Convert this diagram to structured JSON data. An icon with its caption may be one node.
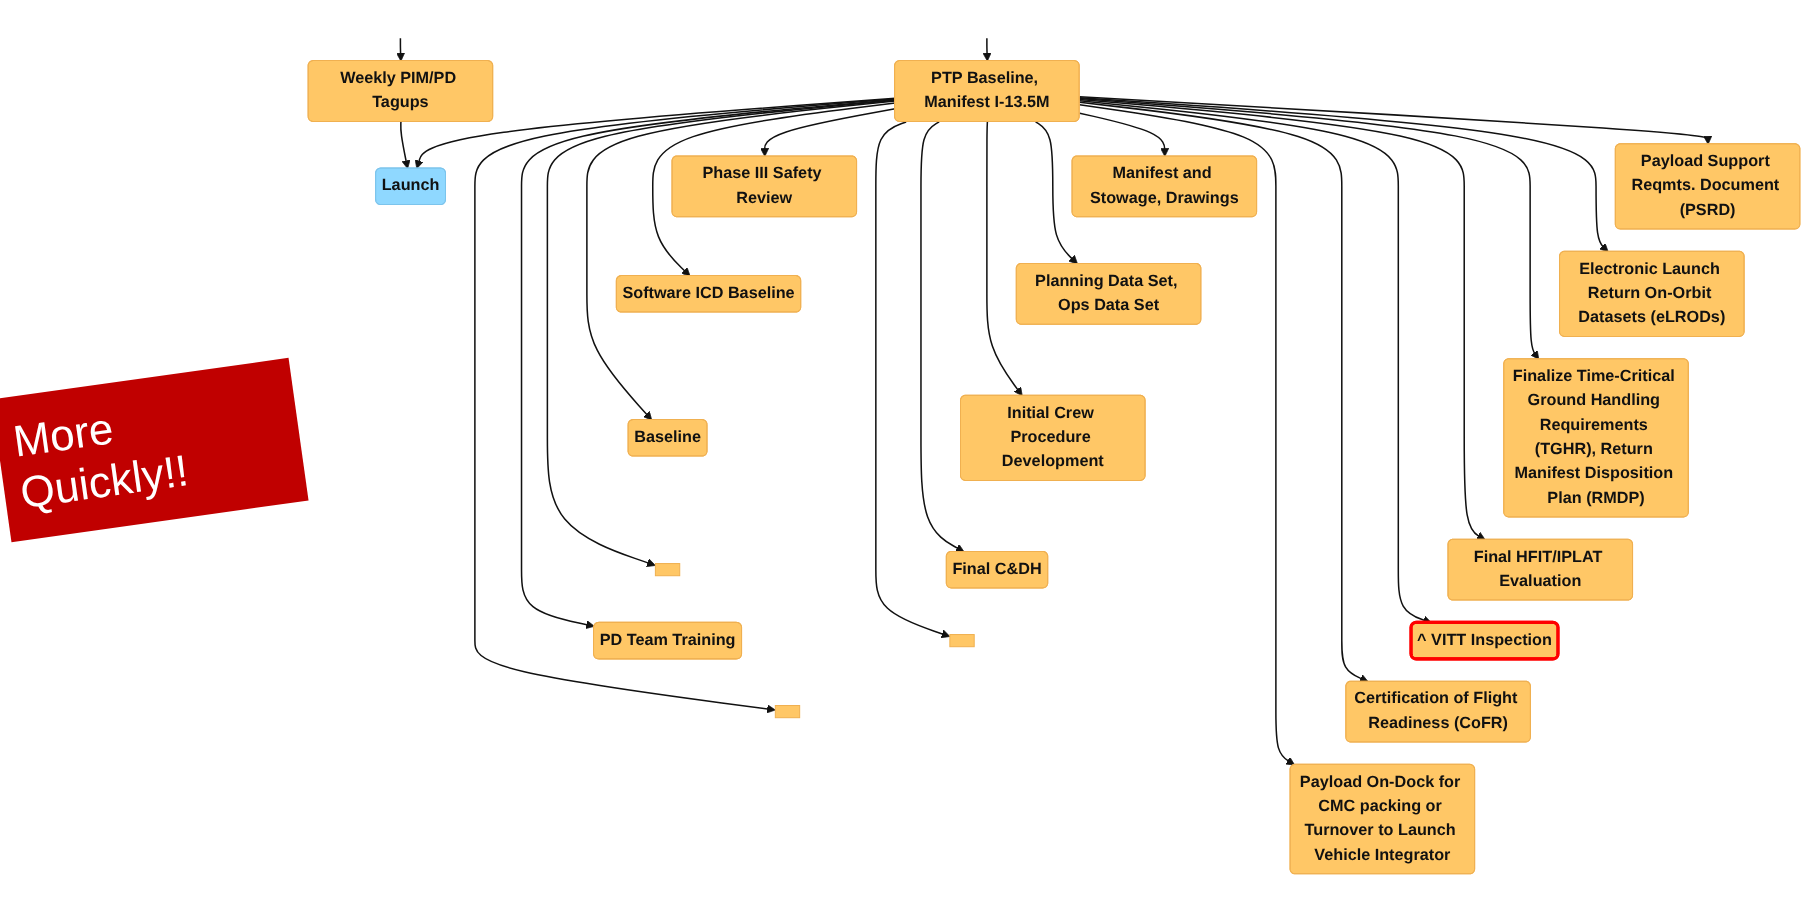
{
  "diagram": {
    "nodes": [
      {
        "text": [
          "Weekly PIM/PD Tagups"
        ]
      },
      {
        "text": [
          "Launch"
        ]
      },
      {
        "text": [
          "PTP Baseline, Manifest I-13.5M"
        ]
      },
      {
        "text": [
          "Manifest and Stowage, Drawings"
        ]
      },
      {
        "text": [
          "Planning Data Set, Ops Data Set"
        ]
      },
      {
        "text": [
          "Initial Crew Procedure Development"
        ]
      },
      {
        "text": [
          "Final C&DH"
        ]
      },
      {
        "text": [],
        "shape": "box"
      },
      {
        "text": [],
        "shape": "box"
      },
      {
        "text": [
          "Phase III Safety Review"
        ]
      },
      {
        "text": [
          "Software ICD Baseline"
        ]
      },
      {
        "text": [
          "Baseline"
        ]
      },
      {
        "text": [],
        "shape": "box"
      },
      {
        "text": [
          "PD Team Training"
        ]
      },
      {
        "text": [
          "Payload Support Reqmts. Document (PSRD)"
        ]
      },
      {
        "text": [
          "Electronic Launch Return On-Orbit Datasets (eLRODs)"
        ]
      },
      {
        "text": [
          "Finalize Time-Critical Ground Handling Requirements (TGHR), Return Manifest Disposition Plan (RMDP)"
        ]
      },
      {
        "text": [
          "Final HFIT/IPLAT Evaluation"
        ]
      },
      {
        "text": [
          "^ VITT Inspection"
        ]
      },
      {
        "text": [
          "Certification of Flight Readiness (CoFR)"
        ]
      },
      {
        "text": [
          "Payload On-Dock for CMC packing or Turnover to Launch Vehicle Integrator"
        ]
      }
    ],
    "edges": [
      {
        "from": null,
        "to": 0,
        "arrow": "to"
      },
      {
        "from": 0,
        "to": 1,
        "arrow": "to"
      },
      {
        "from": null,
        "to": 2,
        "arrow": "to"
      },
      {
        "from": 2,
        "to": 1,
        "arrow": "to"
      },
      {
        "from": 2,
        "to": 3,
        "arrow": "to"
      },
      {
        "from": 2,
        "to": 4,
        "arrow": "to"
      },
      {
        "from": 2,
        "to": 5,
        "arrow": "to"
      },
      {
        "from": 2,
        "to": 6,
        "arrow": "to"
      },
      {
        "from": 2,
        "to": 7,
        "arrow": "to"
      },
      {
        "from": 2,
        "to": 8,
        "arrow": "to"
      },
      {
        "from": 2,
        "to": 9,
        "arrow": "to"
      },
      {
        "from": 2,
        "to": 10,
        "arrow": "to"
      },
      {
        "from": 2,
        "to": 11,
        "arrow": "to"
      },
      {
        "from": 2,
        "to": 12,
        "arrow": "to"
      },
      {
        "from": 2,
        "to": 13,
        "arrow": "to"
      },
      {
        "from": 2,
        "to": 14,
        "arrow": "to"
      },
      {
        "from": 2,
        "to": 15,
        "arrow": "to"
      },
      {
        "from": 2,
        "to": 16,
        "arrow": "to"
      },
      {
        "from": 2,
        "to": 17,
        "arrow": "to"
      },
      {
        "from": 2,
        "to": 18,
        "arrow": "to"
      },
      {
        "from": 2,
        "to": 19,
        "arrow": "to"
      },
      {
        "from": 2,
        "to": 20,
        "arrow": "to"
      }
    ],
    "labels": [
      "More Quickly!!"
    ]
  }
}
